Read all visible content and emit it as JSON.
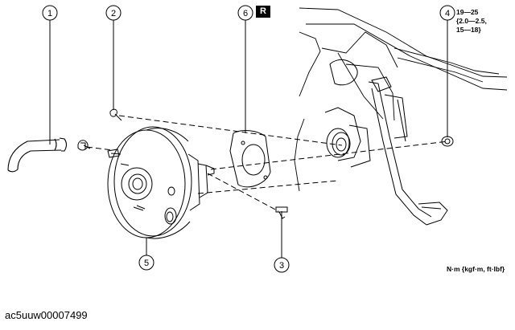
{
  "callouts": [
    {
      "id": "callout-1",
      "number": "1",
      "part": "vacuum-hose"
    },
    {
      "id": "callout-2",
      "number": "2",
      "part": "snap-pin"
    },
    {
      "id": "callout-3",
      "number": "3",
      "part": "fitting-bolt"
    },
    {
      "id": "callout-4",
      "number": "4",
      "part": "nut"
    },
    {
      "id": "callout-5",
      "number": "5",
      "part": "power-brake-unit"
    },
    {
      "id": "callout-6",
      "number": "6",
      "part": "gasket"
    }
  ],
  "badge": "R",
  "torque_spec": "19—25\n{2.0—2.5,\n15—18}",
  "units_note": "N·m {kgf·m, ft·lbf}",
  "figure_id": "ac5uuw00007499"
}
